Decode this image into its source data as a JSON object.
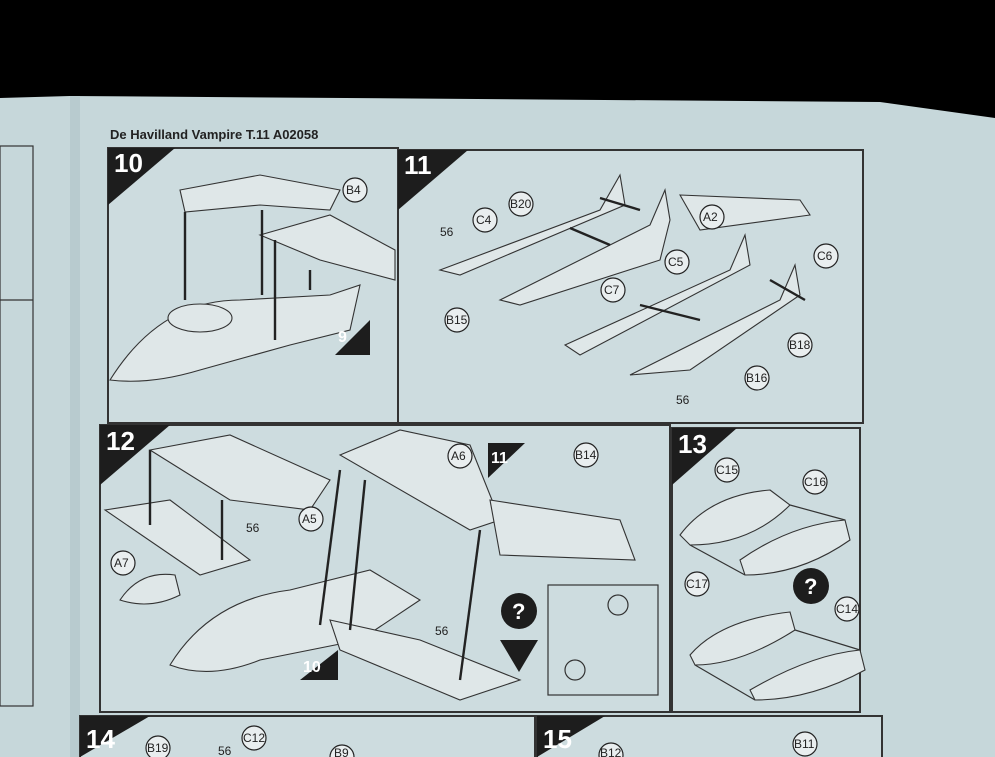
{
  "header": {
    "title": "De Havilland Vampire T.11 A02058"
  },
  "steps": {
    "s10": {
      "number": "10",
      "sub_ref": "9",
      "labels": {
        "b4": "B4"
      }
    },
    "s11": {
      "number": "11",
      "labels": {
        "c4": "C4",
        "b20": "B20",
        "c5": "C5",
        "a2": "A2",
        "c6": "C6",
        "c7": "C7",
        "b18": "B18",
        "b16": "B16",
        "b15": "B15",
        "n56a": "56",
        "n56b": "56"
      }
    },
    "s12": {
      "number": "12",
      "sub_ref_a": "11",
      "sub_ref_b": "10",
      "labels": {
        "a6": "A6",
        "b14": "B14",
        "a5": "A5",
        "n56a": "56",
        "a7": "A7",
        "n56b": "56"
      }
    },
    "s13": {
      "number": "13",
      "labels": {
        "c15": "C15",
        "c16": "C16",
        "c17": "C17",
        "c14": "C14"
      },
      "help_glyph": "?"
    },
    "s14": {
      "number": "14",
      "labels": {
        "b19": "B19",
        "c12": "C12",
        "n56": "56",
        "b9": "B9"
      }
    },
    "s15": {
      "number": "15",
      "labels": {
        "b12": "B12",
        "b11": "B11"
      }
    },
    "help_glyph": "?"
  },
  "colors": {
    "paper": "#c9d9dc",
    "ink": "#1e1e1e",
    "background": "#000000"
  }
}
